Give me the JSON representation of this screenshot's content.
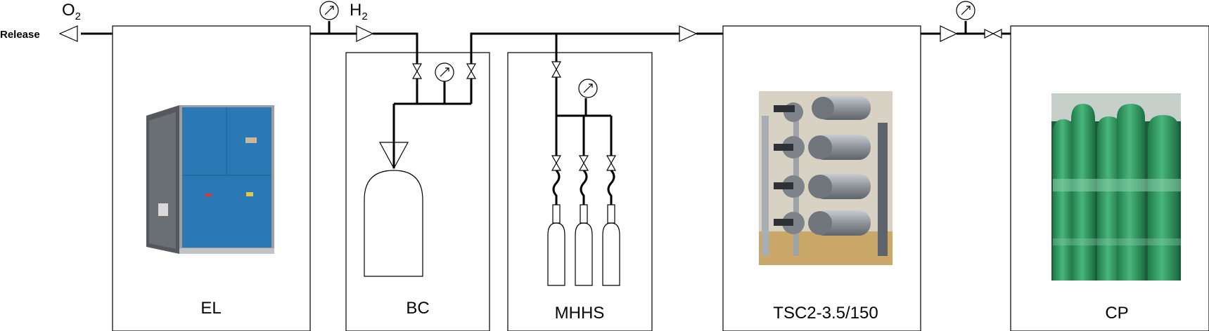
{
  "labels": {
    "o2": "O",
    "o2_sub": "2",
    "h2": "H",
    "h2_sub": "2",
    "release": "Release",
    "el": "EL",
    "bc": "BC",
    "mhhs": "MHHS",
    "tsc": "TSC2-3.5/150",
    "cp": "CP"
  },
  "colors": {
    "electrolyzer_blue": "#2a78b4",
    "cylinder_green": "#2f9a62",
    "steel": "#8f959b"
  },
  "icons": {
    "gauge": "pressure-gauge-icon",
    "valve": "valve-icon",
    "flow": "flow-arrow-icon"
  }
}
